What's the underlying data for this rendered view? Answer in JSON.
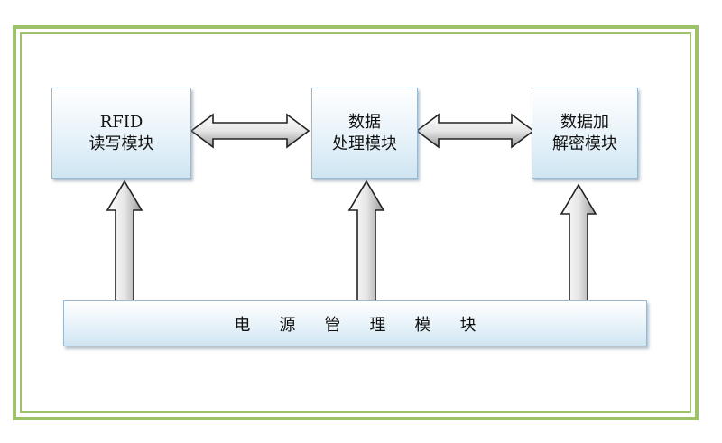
{
  "modules": {
    "rfid": {
      "line1": "RFID",
      "line2": "读写模块"
    },
    "processing": {
      "line1": "数据",
      "line2": "处理模块"
    },
    "crypto": {
      "line1": "数据加",
      "line2": "解密模块"
    }
  },
  "power": {
    "label": "电源管理模块",
    "glyphs": [
      "电",
      "源",
      "管",
      "理",
      "模",
      "块"
    ]
  },
  "colors": {
    "frame_border": "#9ec26a",
    "box_border": "#9ab8cf",
    "box_fill_bottom": "#cfe5f2",
    "arrow_stroke": "#222222",
    "arrow_fill_light": "#ffffff",
    "arrow_fill_dark": "#9a9a9a"
  },
  "arrows": [
    {
      "type": "bidirectional",
      "from": "rfid",
      "to": "processing"
    },
    {
      "type": "bidirectional",
      "from": "processing",
      "to": "crypto"
    },
    {
      "type": "up",
      "from": "power",
      "to": "rfid"
    },
    {
      "type": "up",
      "from": "power",
      "to": "processing"
    },
    {
      "type": "up",
      "from": "power",
      "to": "crypto"
    }
  ]
}
